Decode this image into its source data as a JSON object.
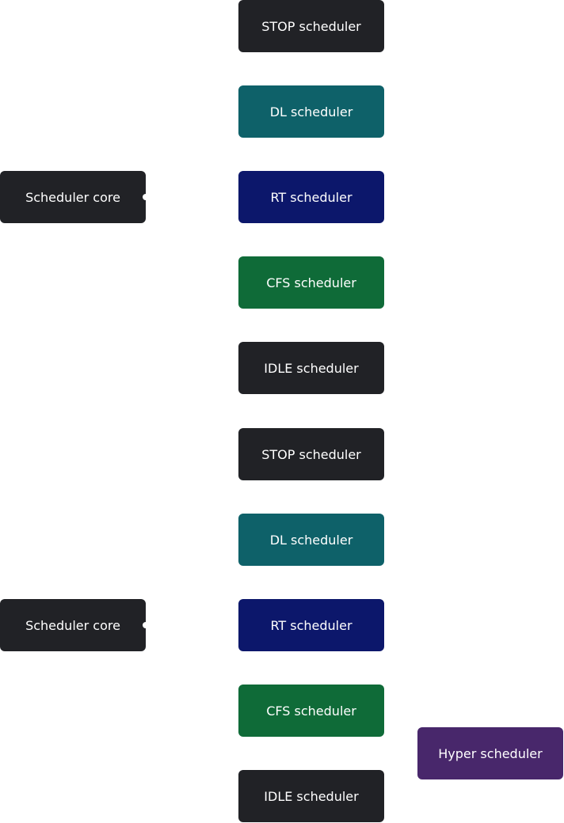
{
  "groups": [
    {
      "core": "Scheduler core",
      "schedulers": [
        "STOP scheduler",
        "DL scheduler",
        "RT scheduler",
        "CFS scheduler",
        "IDLE scheduler"
      ]
    },
    {
      "core": "Scheduler core",
      "schedulers": [
        "STOP scheduler",
        "DL scheduler",
        "RT scheduler",
        "CFS scheduler",
        "IDLE scheduler"
      ]
    }
  ],
  "extra": "Hyper scheduler",
  "colors": {
    "dark": "#212226",
    "teal": "#0e6169",
    "navy": "#0c176b",
    "green": "#0f6b38",
    "purple": "#48276b"
  }
}
